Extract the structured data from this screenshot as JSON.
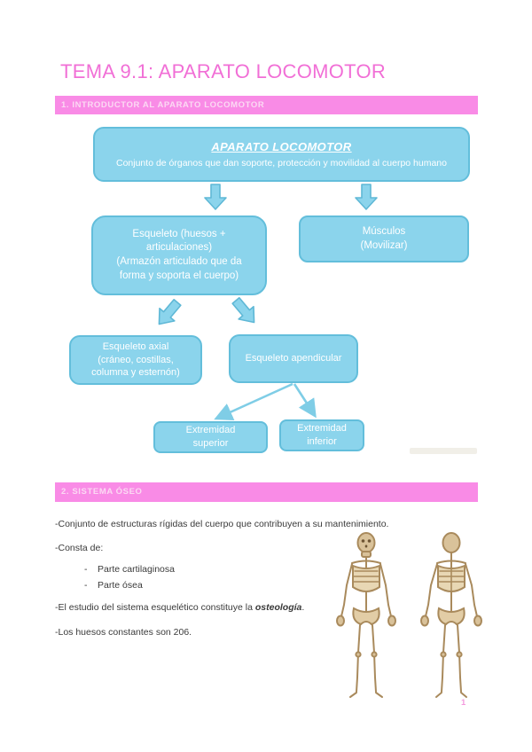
{
  "page": {
    "title": "TEMA 9.1: APARATO LOCOMOTOR",
    "page_number": "1"
  },
  "sections": {
    "s1_heading": "1. INTRODUCTOR AL APARATO LOCOMOTOR",
    "s2_heading": "2. SISTEMA ÓSEO"
  },
  "flowchart": {
    "root": {
      "title": "APARATO LOCOMOTOR",
      "subtitle": "Conjunto de órganos que dan soporte, protección y movilidad al cuerpo humano"
    },
    "esqueleto": {
      "line1": "Esqueleto (huesos +",
      "line2": "articulaciones)",
      "line3": "(Armazón articulado que da",
      "line4": "forma y soporta el cuerpo)"
    },
    "musculos": {
      "line1": "Músculos",
      "line2": "(Movilizar)"
    },
    "axial": {
      "line1": "Esqueleto axial",
      "line2": "(cráneo, costillas,",
      "line3": "columna y esternón)"
    },
    "apendicular": {
      "label": "Esqueleto apendicular"
    },
    "ext_superior": {
      "line1": "Extremidad",
      "line2": "superior"
    },
    "ext_inferior": {
      "line1": "Extremidad",
      "line2": "inferior"
    }
  },
  "body": {
    "p1": "-Conjunto de estructuras rígidas del cuerpo que contribuyen a su mantenimiento.",
    "p2": "-Consta de:",
    "bullet_marker": "-",
    "bullets": [
      "Parte cartilaginosa",
      "Parte ósea"
    ],
    "p3_pre": "-El estudio del sistema esquelético constituye la ",
    "p3_em": "osteología",
    "p3_post": ".",
    "p4": "-Los huesos constantes son 206."
  },
  "colors": {
    "pink_banner": "#f98be6",
    "pink_title": "#f16fd6",
    "blue_fill": "#8bd4ec",
    "blue_border": "#63bedb",
    "bone": "#c9a87c"
  }
}
